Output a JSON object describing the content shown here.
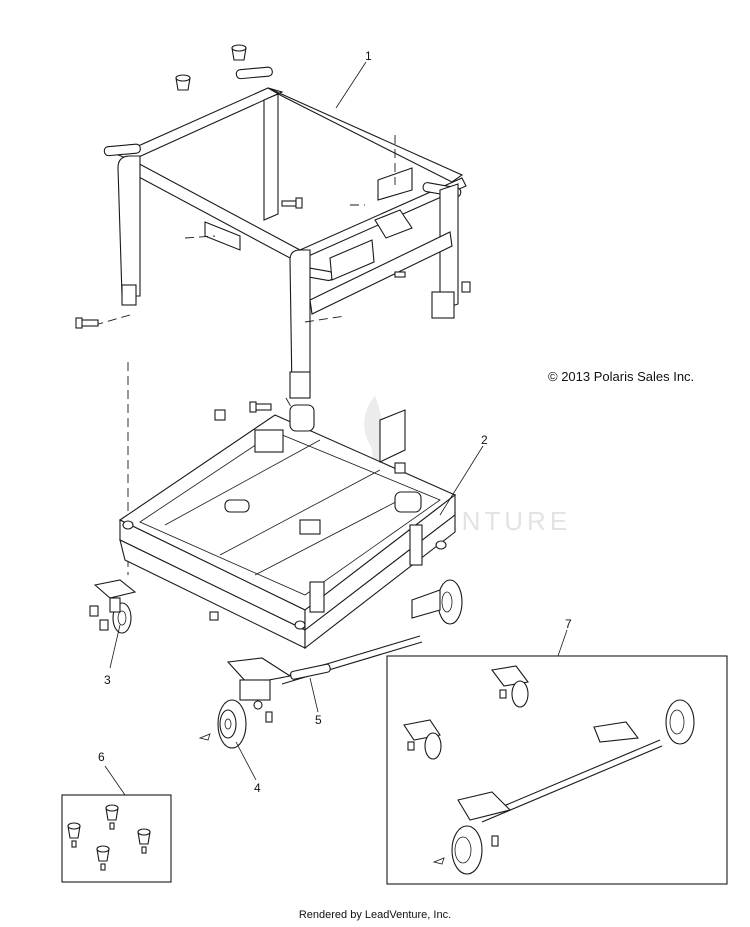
{
  "copyright": "© 2013 Polaris Sales Inc.",
  "footer": "Rendered by LeadVenture, Inc.",
  "watermark": "LEADVENTURE",
  "callouts": [
    "1",
    "2",
    "3",
    "4",
    "5",
    "6",
    "7"
  ]
}
